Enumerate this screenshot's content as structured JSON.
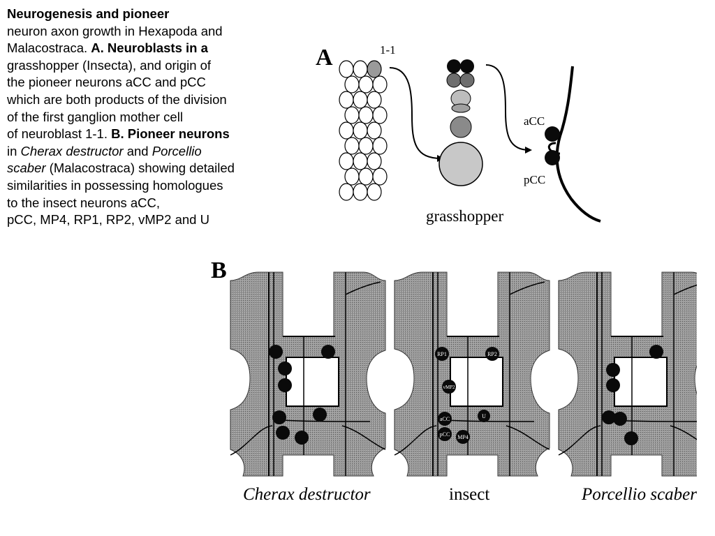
{
  "caption": {
    "l1": "Neurogenesis and pioneer",
    "l2": "neuron axon growth in Hexapoda and",
    "l3a": "Malacostraca. ",
    "l3b": "A. Neuroblasts in a",
    "l4": "grasshopper (Insecta), and origin of",
    "l5": "the pioneer neurons aCC and pCC",
    "l6": "which are both products of the division",
    "l7": "of the first ganglion mother cell",
    "l8a": "of neuroblast 1-1. ",
    "l8b": "B. Pioneer neurons",
    "l9a": "in ",
    "l9b": "Cherax destructor",
    "l9c": " and ",
    "l9d": "Porcellio",
    "l10a": "scaber",
    "l10b": " (Malacostraca) showing detailed",
    "l11": "similarities in possessing homologues",
    "l12": "to the insect neurons aCC,",
    "l13": "pCC, MP4, RP1, RP2, vMP2 and U"
  },
  "panelA": {
    "letter": "A",
    "neuroblast_label": "1-1",
    "organism": "grasshopper",
    "neuron_labels": [
      "aCC",
      "pCC"
    ]
  },
  "panelB": {
    "letter": "B",
    "panels": [
      {
        "name": "Cherax destructor"
      },
      {
        "name": "insect",
        "neuron_labels": [
          "RP1",
          "RP2",
          "vMP2",
          "aCC",
          "U",
          "pCC",
          "MP4"
        ]
      },
      {
        "name": "Porcellio scaber"
      }
    ]
  },
  "colors": {
    "tissue": "#8c8c8c",
    "neuron": "#0a0a0a",
    "gmc_gray": "#9a9a9a",
    "neuroblast_light": "#c8c8c8"
  }
}
